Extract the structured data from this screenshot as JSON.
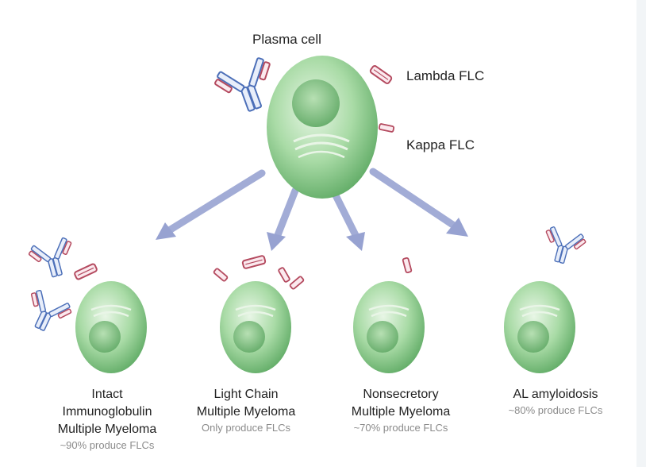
{
  "top": {
    "cell_label": "Plasma cell",
    "lambda_label": "Lambda FLC",
    "kappa_label": "Kappa FLC"
  },
  "outcomes": [
    {
      "line1": "Intact",
      "line2": "Immunoglobulin",
      "line3": "Multiple Myeloma",
      "sub": "~90% produce FLCs"
    },
    {
      "line1": "Light Chain",
      "line2": "Multiple Myeloma",
      "sub": "Only produce FLCs"
    },
    {
      "line1": "Nonsecretory",
      "line2": "Multiple Myeloma",
      "sub": "~70% produce FLCs"
    },
    {
      "line1": "AL amyloidosis",
      "sub": "~80% produce FLCs"
    }
  ],
  "colors": {
    "cell_green": "#9fd49e",
    "cell_dark": "#5ea665",
    "heavy_chain_blue": "#4c6fb8",
    "light_chain_red": "#b44a5f",
    "arrow": "#9fa9d3"
  }
}
